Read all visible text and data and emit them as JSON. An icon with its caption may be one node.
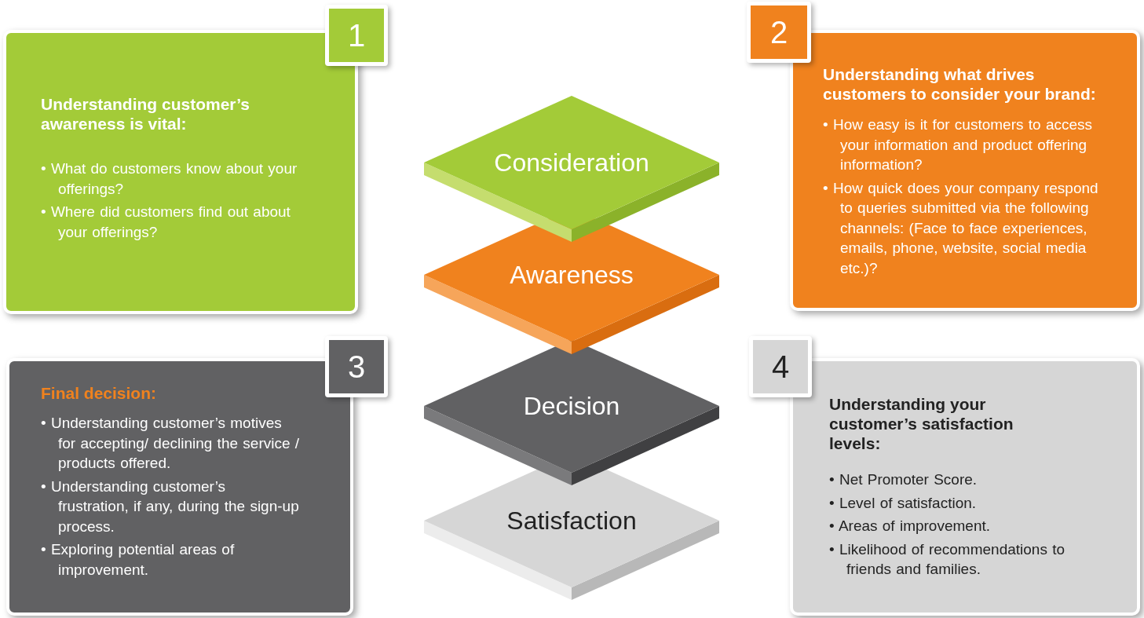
{
  "diagram": {
    "nodes": [
      {
        "text": [
          "1"
        ]
      },
      {
        "text": [
          "Understanding customer’s awareness is vital:",
          "• What do customers know about your offerings?",
          "• Where did customers find out about your offerings?"
        ]
      },
      {
        "text": [
          "2"
        ]
      },
      {
        "text": [
          "Understanding what drives customers to consider your brand:",
          "• How easy is it for customers to access your information and product offering information?",
          "• How quick does your company respond to queries submitted via the following channels: (Face to face experiences, emails, phone, website, social media etc.)?"
        ]
      },
      {
        "text": [
          "Consideration"
        ]
      },
      {
        "text": [
          "Awareness"
        ]
      },
      {
        "text": [
          "Decision"
        ]
      },
      {
        "text": [
          "Satisfaction"
        ]
      },
      {
        "text": [
          "3"
        ]
      },
      {
        "text": [
          "Final decision:",
          "• Understanding customer’s motives for accepting/ declining the service / products offered.",
          "• Understanding customer’s frustration, if any, during the sign-up process.",
          "• Exploring potential areas of improvement."
        ]
      },
      {
        "text": [
          "4"
        ]
      },
      {
        "text": [
          "Understanding your customer’s satisfaction levels:",
          "• Net Promoter Score.",
          "• Level of satisfaction.",
          "• Areas of improvement.",
          "• Likelihood of recommendations to friends and families."
        ]
      }
    ]
  }
}
